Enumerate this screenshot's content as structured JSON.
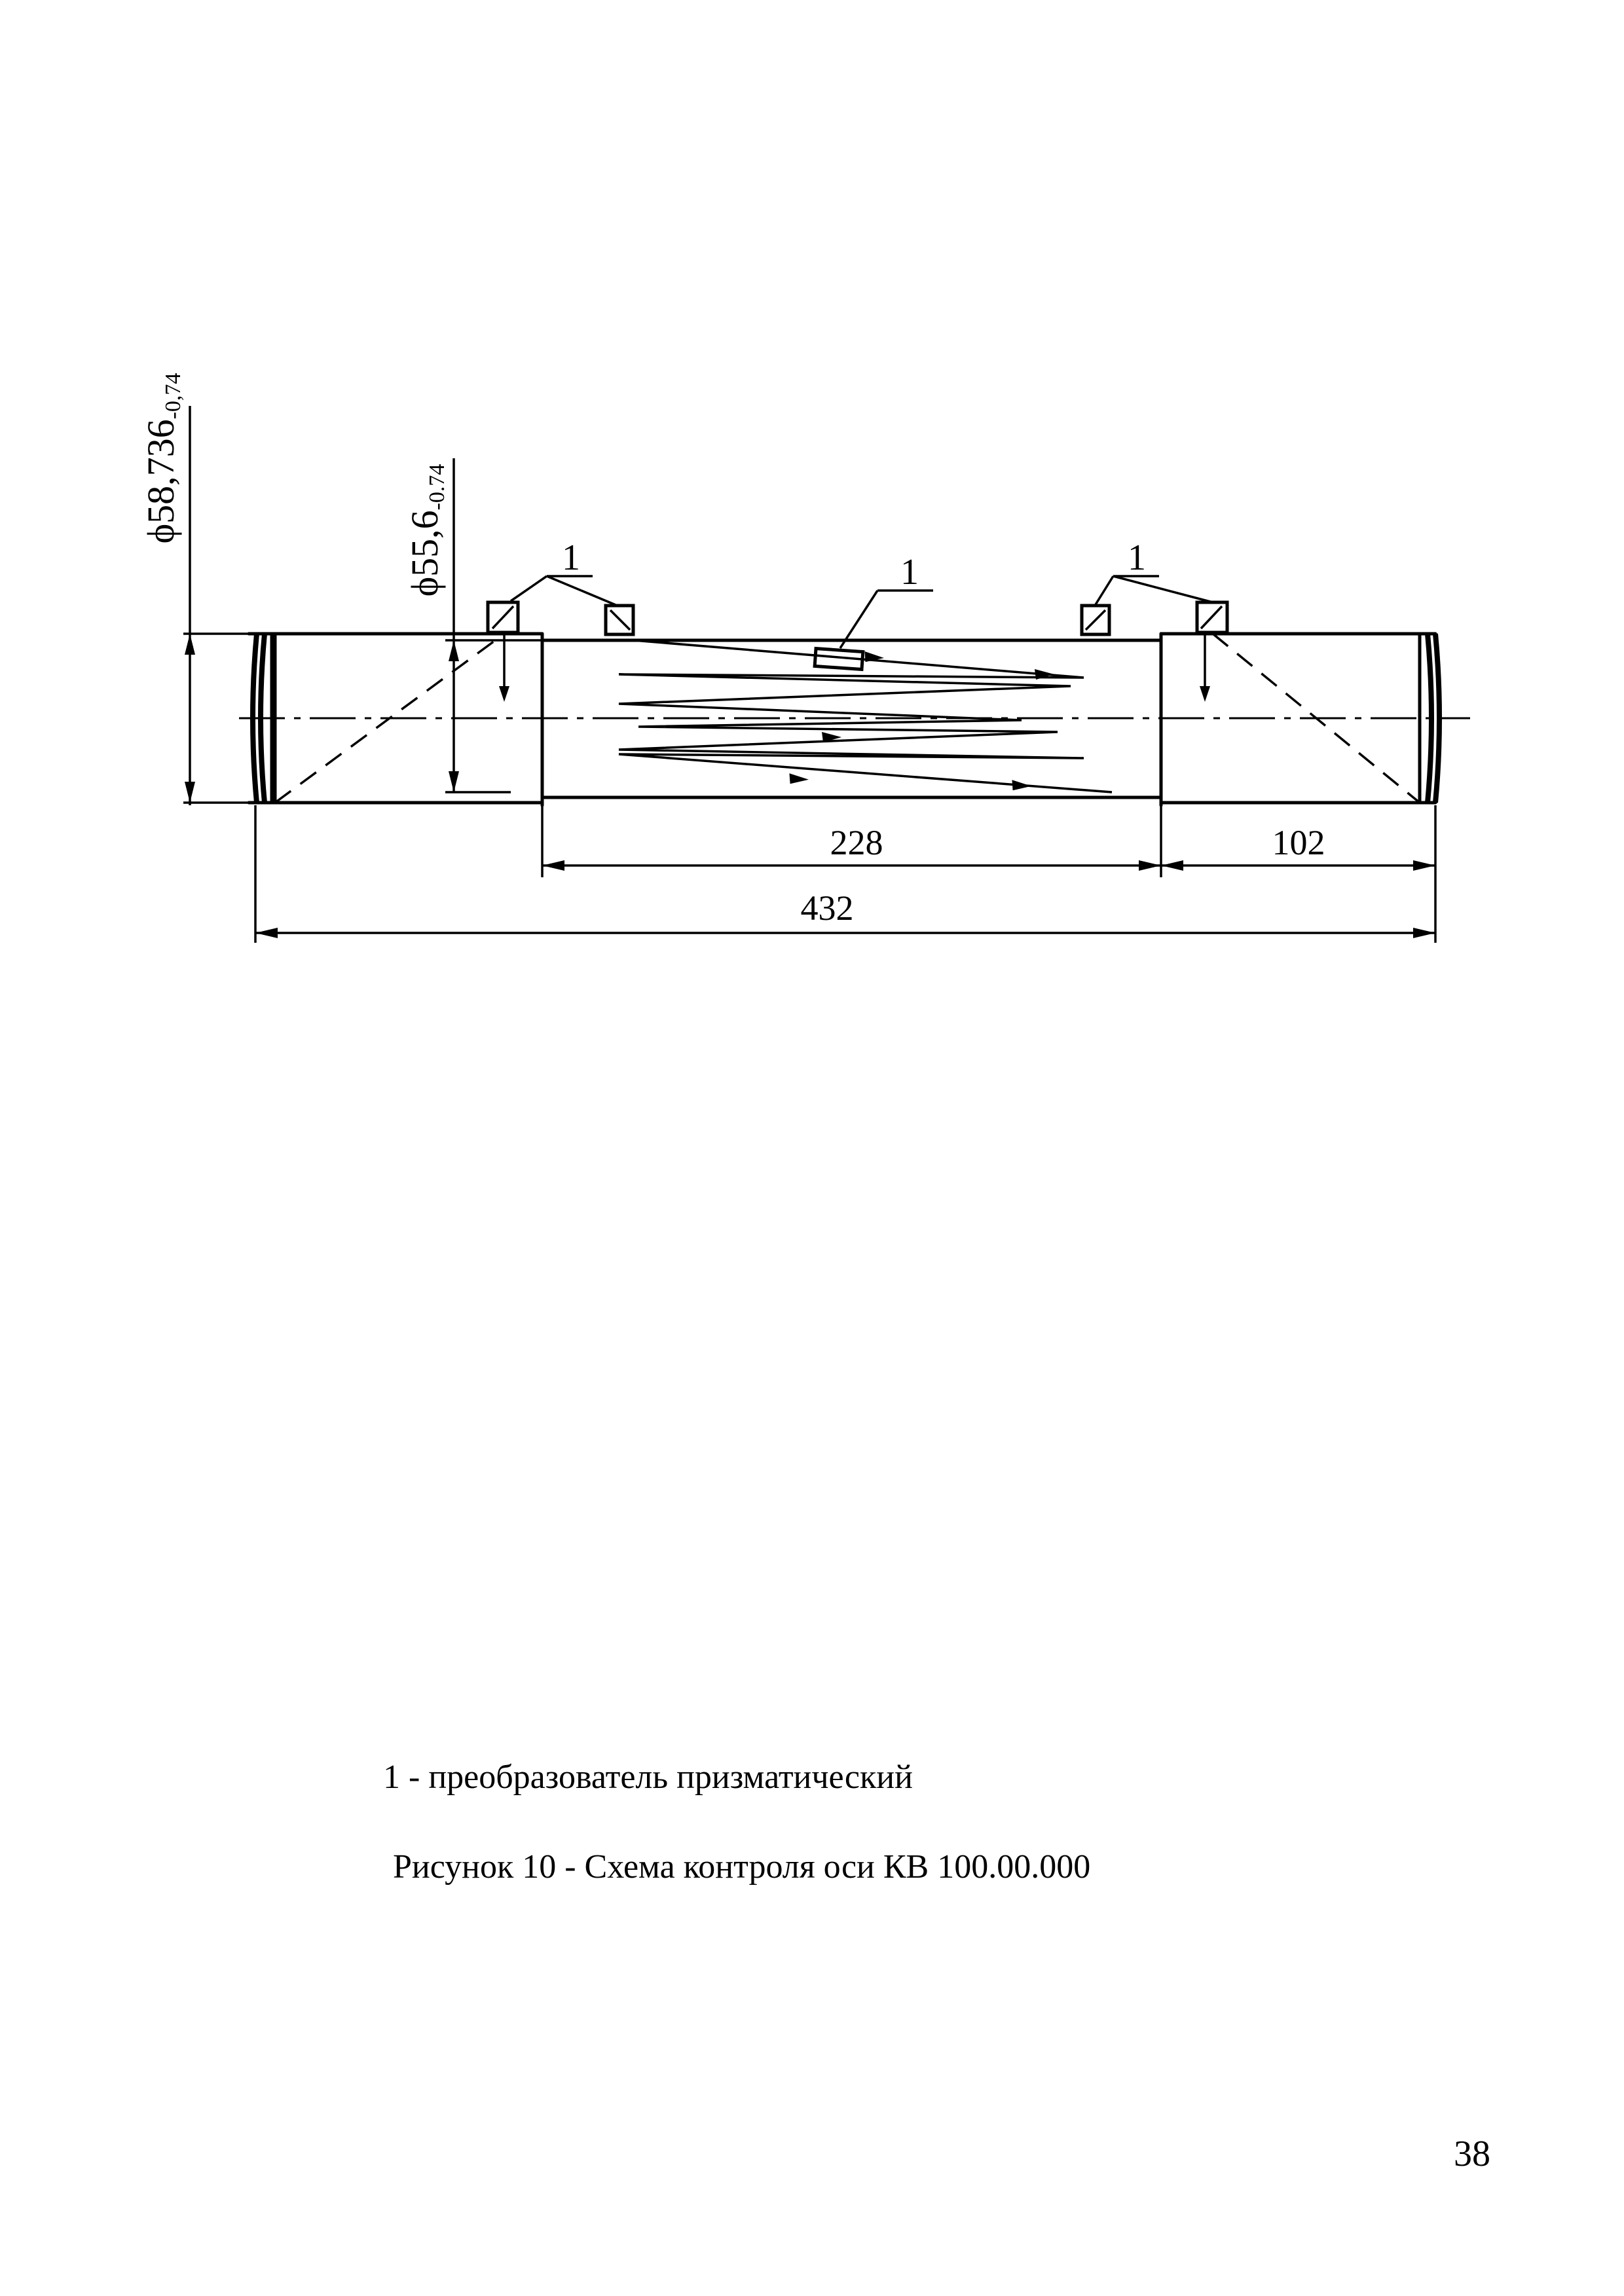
{
  "drawing": {
    "dim_outer_diameter": {
      "main": "ϕ58,736",
      "tol": "-0,74"
    },
    "dim_inner_diameter": {
      "main": "ϕ55,6",
      "tol": "-0.74"
    },
    "dim_228": "228",
    "dim_102": "102",
    "dim_432": "432",
    "callout_left": "1",
    "callout_middle": "1",
    "callout_right": "1"
  },
  "legend": "1 - преобразователь призматический",
  "caption": "Рисунок 10 - Схема контроля оси КВ 100.00.000",
  "page_number": "38"
}
